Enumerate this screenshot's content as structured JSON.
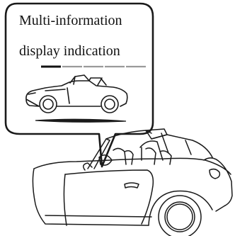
{
  "callout": {
    "line1": "Multi-information",
    "line2": "display indication"
  },
  "indicator": {
    "segments": 5,
    "active_segment": 1,
    "active_color": "#111111",
    "inactive_color": "#9a9a9a"
  },
  "colors": {
    "stroke": "#1a1a1a",
    "background": "#ffffff"
  }
}
